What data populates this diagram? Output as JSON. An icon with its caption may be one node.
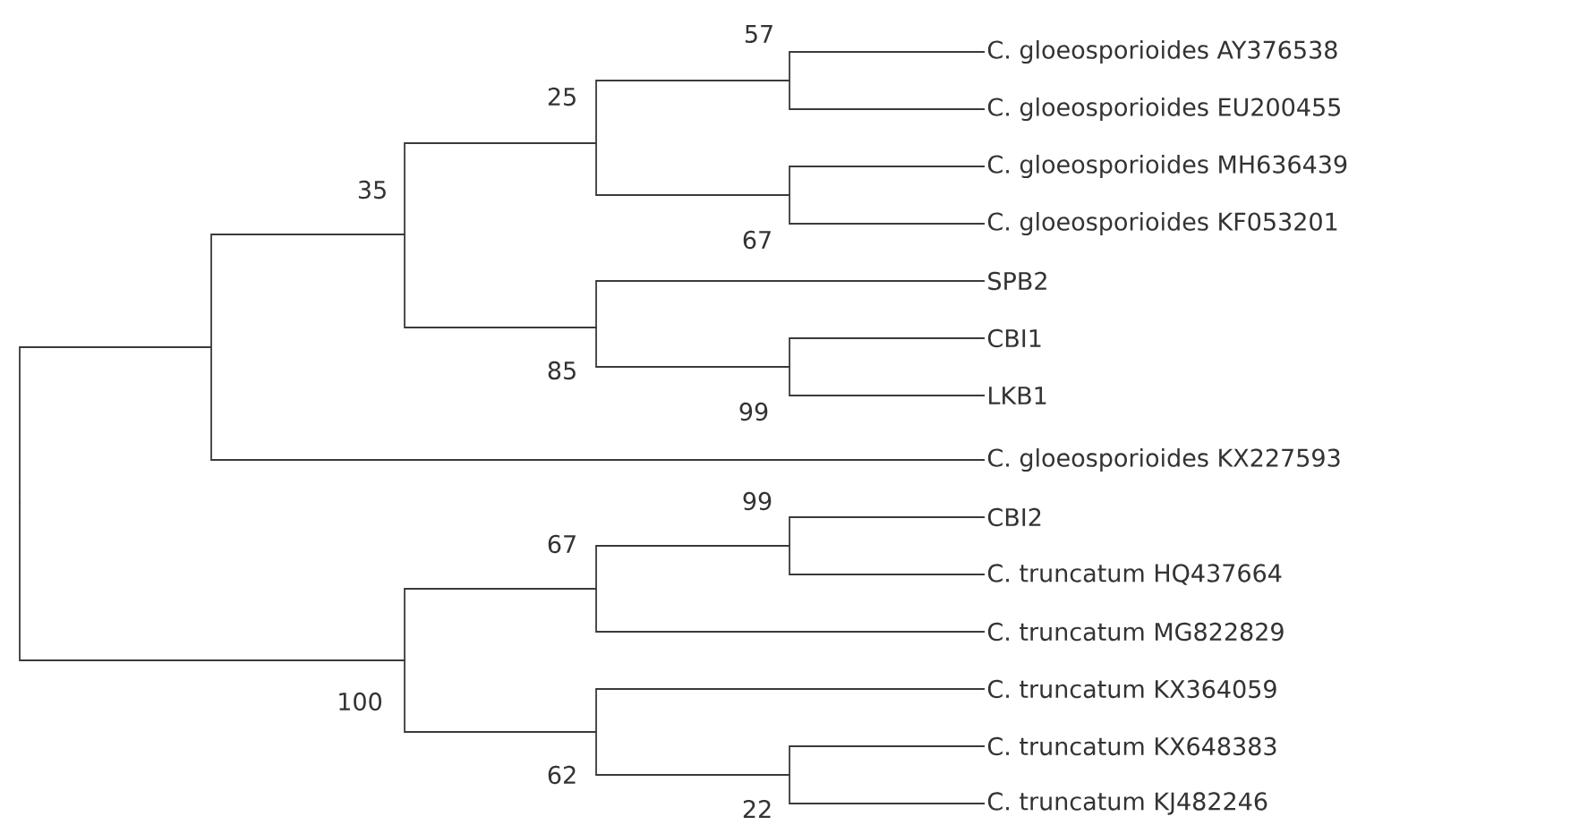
{
  "diagram": {
    "nodes": [
      {
        "text": [
          "C. gloeosporioides AY376538"
        ]
      },
      {
        "text": [
          "C. gloeosporioides EU200455"
        ]
      },
      {
        "text": [
          "C. gloeosporioides MH636439"
        ]
      },
      {
        "text": [
          "C. gloeosporioides KF053201"
        ]
      },
      {
        "text": [
          "SPB2"
        ]
      },
      {
        "text": [
          "CBI1"
        ]
      },
      {
        "text": [
          "LKB1"
        ]
      },
      {
        "text": [
          "C. gloeosporioides KX227593"
        ]
      },
      {
        "text": [
          "CBI2"
        ]
      },
      {
        "text": [
          "C. truncatum HQ437664"
        ]
      },
      {
        "text": [
          "C. truncatum MG822829"
        ]
      },
      {
        "text": [
          "C. truncatum KX364059"
        ]
      },
      {
        "text": [
          "C. truncatum KX648383"
        ]
      },
      {
        "text": [
          "C. truncatum KJ482246"
        ]
      },
      {
        "text": [],
        "shape": "point",
        "beside": [
          "57"
        ]
      },
      {
        "text": [],
        "shape": "point",
        "beside": [
          "67"
        ]
      },
      {
        "text": [],
        "shape": "point",
        "beside": [
          "25"
        ]
      },
      {
        "text": [],
        "shape": "point",
        "beside": [
          "99"
        ]
      },
      {
        "text": [],
        "shape": "point",
        "beside": [
          "85"
        ]
      },
      {
        "text": [],
        "shape": "point",
        "beside": [
          "35"
        ]
      },
      {
        "text": [],
        "shape": "point"
      },
      {
        "text": [],
        "shape": "point",
        "beside": [
          "99"
        ]
      },
      {
        "text": [],
        "shape": "point",
        "beside": [
          "67"
        ]
      },
      {
        "text": [],
        "shape": "point",
        "beside": [
          "22"
        ]
      },
      {
        "text": [],
        "shape": "point",
        "beside": [
          "62"
        ]
      },
      {
        "text": [],
        "shape": "point",
        "beside": [
          "100"
        ]
      },
      {
        "text": [],
        "shape": "point"
      }
    ],
    "edges": [
      {
        "from": 14,
        "to": 0,
        "arrow": "none"
      },
      {
        "from": 14,
        "to": 1,
        "arrow": "none"
      },
      {
        "from": 15,
        "to": 2,
        "arrow": "none"
      },
      {
        "from": 15,
        "to": 3,
        "arrow": "none"
      },
      {
        "from": 16,
        "to": 14,
        "arrow": "none"
      },
      {
        "from": 16,
        "to": 15,
        "arrow": "none"
      },
      {
        "from": 17,
        "to": 5,
        "arrow": "none"
      },
      {
        "from": 17,
        "to": 6,
        "arrow": "none"
      },
      {
        "from": 18,
        "to": 4,
        "arrow": "none"
      },
      {
        "from": 18,
        "to": 17,
        "arrow": "none"
      },
      {
        "from": 19,
        "to": 16,
        "arrow": "none"
      },
      {
        "from": 19,
        "to": 18,
        "arrow": "none"
      },
      {
        "from": 20,
        "to": 19,
        "arrow": "none"
      },
      {
        "from": 20,
        "to": 7,
        "arrow": "none"
      },
      {
        "from": 21,
        "to": 8,
        "arrow": "none"
      },
      {
        "from": 21,
        "to": 9,
        "arrow": "none"
      },
      {
        "from": 22,
        "to": 21,
        "arrow": "none"
      },
      {
        "from": 22,
        "to": 10,
        "arrow": "none"
      },
      {
        "from": 23,
        "to": 12,
        "arrow": "none"
      },
      {
        "from": 23,
        "to": 13,
        "arrow": "none"
      },
      {
        "from": 24,
        "to": 11,
        "arrow": "none"
      },
      {
        "from": 24,
        "to": 23,
        "arrow": "none"
      },
      {
        "from": 25,
        "to": 22,
        "arrow": "none"
      },
      {
        "from": 25,
        "to": 24,
        "arrow": "none"
      },
      {
        "from": 26,
        "to": 20,
        "arrow": "none"
      },
      {
        "from": 26,
        "to": 25,
        "arrow": "none"
      }
    ]
  }
}
